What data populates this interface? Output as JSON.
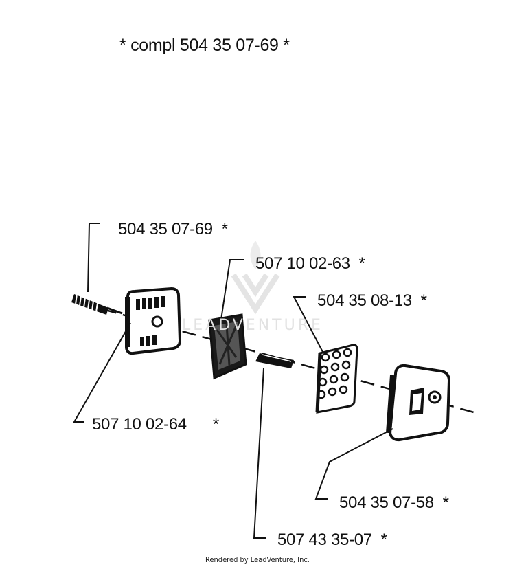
{
  "title": "* compl 504 35 07-69 *",
  "watermark": "LEADVENTURE",
  "parts": [
    {
      "id": "screw",
      "label": "504 35 07-69",
      "mark": "*"
    },
    {
      "id": "filter-element",
      "label": "507 10 02-63",
      "mark": "*"
    },
    {
      "id": "holder",
      "label": "504 35 08-13",
      "mark": "*"
    },
    {
      "id": "cover",
      "label": "507 10 02-64",
      "mark": "*"
    },
    {
      "id": "base",
      "label": "504 35 07-58",
      "mark": "*"
    },
    {
      "id": "gasket",
      "label": "507 43 35-07",
      "mark": "*"
    }
  ],
  "footer": "Rendered by LeadVenture, Inc."
}
